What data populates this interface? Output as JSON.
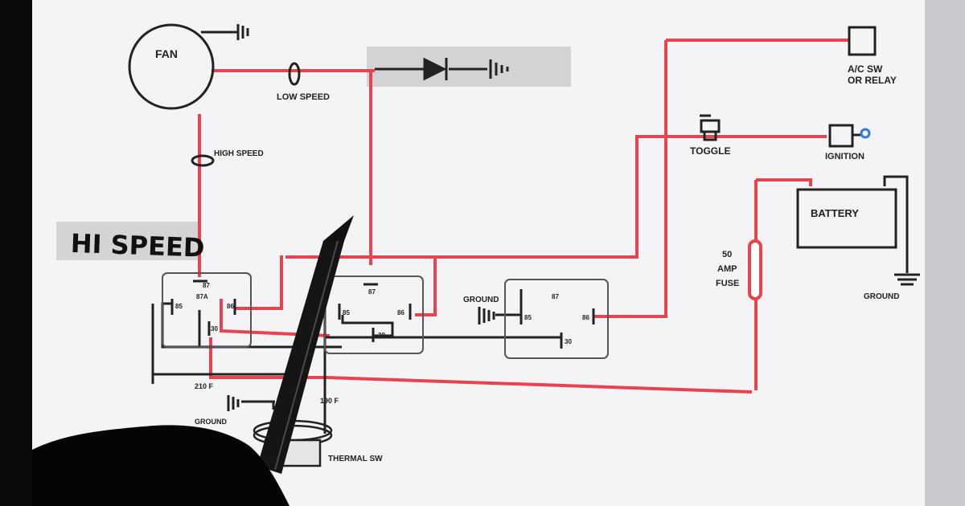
{
  "diagram": {
    "title_tag": "HI SPEED",
    "components": {
      "fan": "FAN",
      "low_speed": "LOW SPEED",
      "high_speed": "HIGH SPEED",
      "ac_switch_line1": "A/C SW",
      "ac_switch_line2": "OR RELAY",
      "toggle": "TOGGLE",
      "ignition": "IGNITION",
      "battery": "BATTERY",
      "fuse_line1": "50",
      "fuse_line2": "AMP",
      "fuse_line3": "FUSE",
      "ground_battery": "GROUND",
      "ground_relay": "GROUND",
      "ground_thermal": "GROUND",
      "temp_high": "210 F",
      "temp_low": "190 F",
      "thermal_switch": "THERMAL SW"
    },
    "relay1": {
      "pin87": "87",
      "pin87a": "87A",
      "pin85": "85",
      "pin86": "86",
      "pin30": "30"
    },
    "relay2": {
      "pin87": "87",
      "pin85": "85",
      "pin86": "86",
      "pin30": "30"
    },
    "relay3": {
      "pin87": "87",
      "pin85": "85",
      "pin86": "86",
      "pin30": "30"
    },
    "colors": {
      "wire": "#e8434f",
      "ink": "#222222",
      "paper": "#f4f3f6"
    }
  }
}
